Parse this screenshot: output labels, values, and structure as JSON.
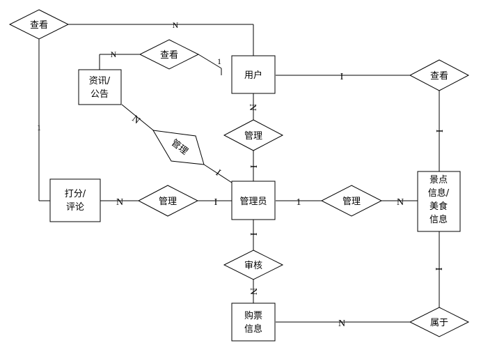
{
  "entities": {
    "user": {
      "label": "用户"
    },
    "news": {
      "label_line1": "资讯/",
      "label_line2": "公告"
    },
    "admin": {
      "label": "管理员"
    },
    "rating": {
      "label_line1": "打分/",
      "label_line2": "评论"
    },
    "scenic": {
      "label_line1": "景点",
      "label_line2": "信息/",
      "label_line3": "美食",
      "label_line4": "信息"
    },
    "ticket": {
      "label_line1": "购票",
      "label_line2": "信息"
    }
  },
  "relationships": {
    "view_top_left": {
      "label": "查看"
    },
    "view_news": {
      "label": "查看"
    },
    "view_right": {
      "label": "查看"
    },
    "manage_user": {
      "label": "管理"
    },
    "manage_news": {
      "label": "管理"
    },
    "manage_rating": {
      "label": "管理"
    },
    "manage_scenic": {
      "label": "管理"
    },
    "review": {
      "label": "审核"
    },
    "belong": {
      "label": "属于"
    }
  },
  "cardinalities": {
    "view_top_left_user": "N",
    "view_top_left_rating": "1",
    "view_news_news": "N",
    "view_news_user": "1",
    "user_view_right": "I",
    "view_right_scenic": "I",
    "user_manage_user": "N",
    "manage_user_admin": "I",
    "news_manage_news": "N",
    "manage_news_admin": "I",
    "rating_manage_rating": "N",
    "manage_rating_admin": "I",
    "admin_manage_scenic": "1",
    "manage_scenic_scenic": "N",
    "admin_review": "I",
    "review_ticket": "N",
    "ticket_belong": "N",
    "scenic_belong": "I"
  }
}
